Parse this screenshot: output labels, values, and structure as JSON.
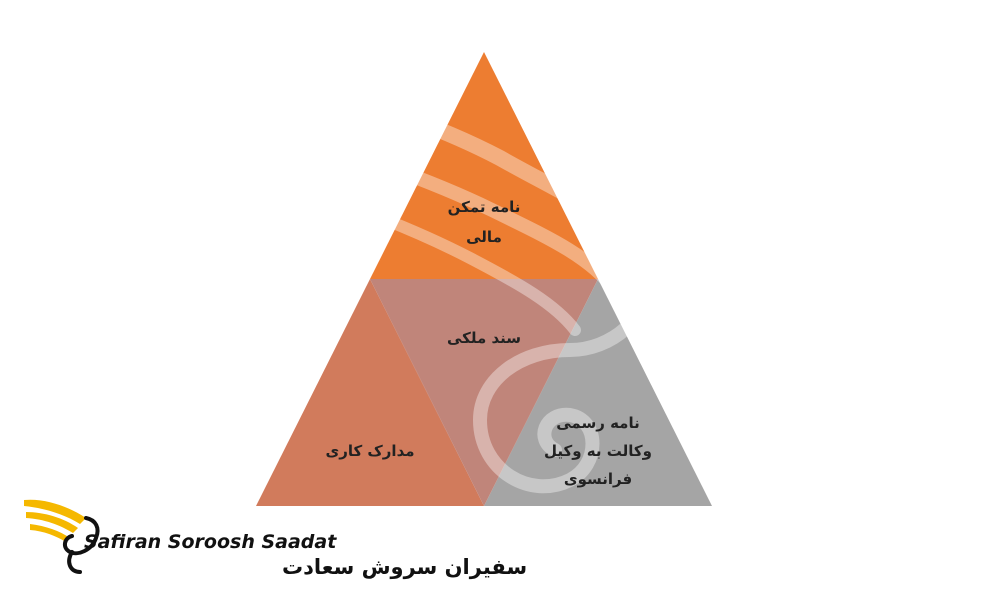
{
  "diagram": {
    "segments": [
      {
        "id": "top",
        "label_lines": [
          "نامه تمکن",
          "مالی"
        ],
        "color": "#ED7D31"
      },
      {
        "id": "center",
        "label_lines": [
          "سند ملکی"
        ],
        "color": "#C0857A"
      },
      {
        "id": "left",
        "label_lines": [
          "مدارک کاری"
        ],
        "color": "#D17B5C"
      },
      {
        "id": "right",
        "label_lines": [
          "نامه رسمی",
          "وکالت به وکیل",
          "فرانسوی"
        ],
        "color": "#A5A5A5"
      }
    ]
  },
  "brand": {
    "name_en": "Safiran Soroosh Saadat",
    "name_fa": "سفیران سروش سعادت",
    "wing_color": "#F5B800",
    "text_color": "#111111"
  }
}
